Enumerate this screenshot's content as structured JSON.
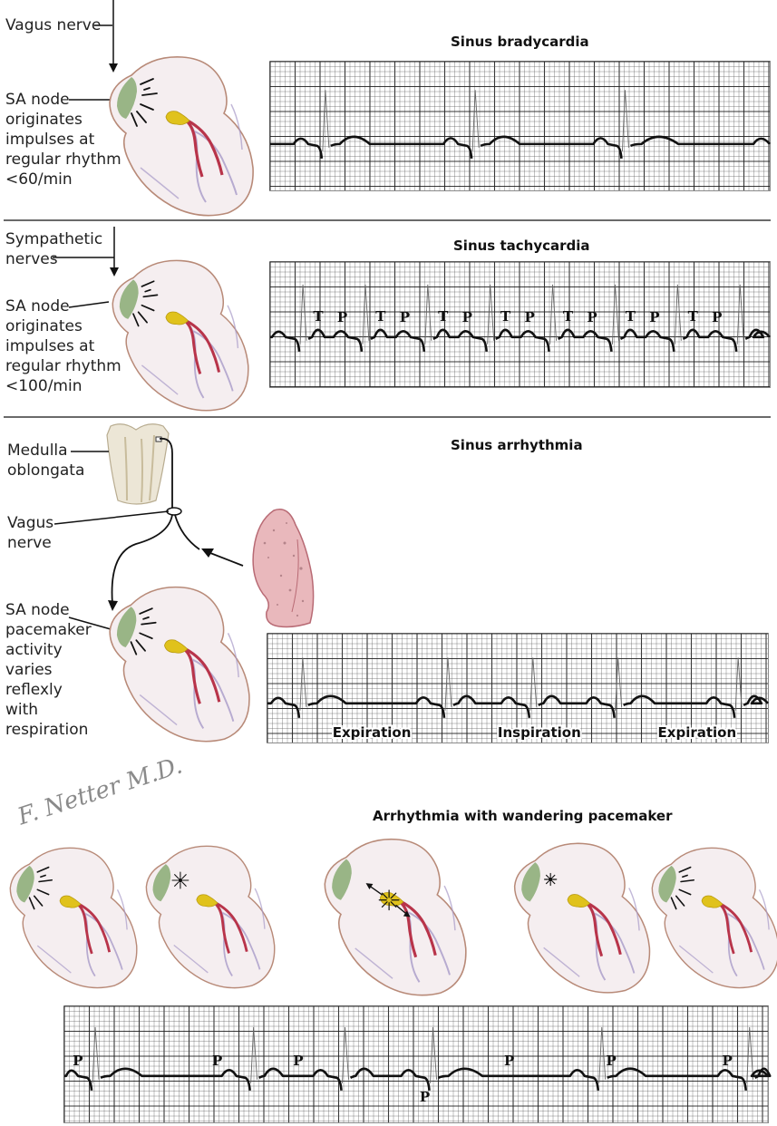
{
  "figure": {
    "signature": "F. Netter M.D.",
    "colors": {
      "heart_fill": "#f5eef0",
      "heart_outline": "#b88a78",
      "sa_node": "#8fae7a",
      "av_node": "#e0c21c",
      "bundle": "#b8344a",
      "purkinje": "#a89ac8",
      "lung": "#e8b4b8",
      "grid_major": "#222222",
      "grid_minor": "#555555",
      "trace": "#111111",
      "divider": "#6a6a6a"
    }
  },
  "sections": [
    {
      "id": "bradycardia",
      "title": "Sinus bradycardia",
      "labels": {
        "nerve": "Vagus nerve",
        "node": "SA node\noriginates\nimpulses at\nregular rhythm\n<60/min"
      },
      "node_symbol": "rays"
    },
    {
      "id": "tachycardia",
      "title": "Sinus tachycardia",
      "labels": {
        "nerve": "Sympathetic\nnerves",
        "node": "SA node\noriginates\nimpulses at\nregular rhythm\n<100/min"
      },
      "node_symbol": "rays"
    },
    {
      "id": "arrhythmia",
      "title": "Sinus arrhythmia",
      "labels": {
        "medulla": "Medulla\noblongata",
        "nerve": "Vagus\nnerve",
        "node": "SA node\npacemaker\nactivity\nvaries\nreflexly\nwith\nrespiration"
      },
      "phases": [
        "Expiration",
        "Inspiration",
        "Expiration"
      ]
    },
    {
      "id": "wandering",
      "title": "Arrhythmia with wandering pacemaker",
      "hearts": [
        {
          "pacemaker_site": "SA node",
          "symbol": "rays"
        },
        {
          "pacemaker_site": "atrial (near SA node)",
          "symbol": "star"
        },
        {
          "pacemaker_site": "AV node",
          "symbol": "star-with-arrows"
        },
        {
          "pacemaker_site": "atrial (near SA node)",
          "symbol": "compressed-star"
        },
        {
          "pacemaker_site": "SA node",
          "symbol": "rays"
        }
      ]
    }
  ],
  "ecg_strips": [
    {
      "id": "bradycardia",
      "beats_qrs_x_fraction": [
        0.105,
        0.405,
        0.705
      ],
      "p_waves": [
        0.06,
        0.36,
        0.66,
        0.96
      ],
      "t_waves": [
        0.17,
        0.47,
        0.77
      ],
      "annotations": []
    },
    {
      "id": "tachycardia",
      "beats_qrs_x_fraction": [
        0.06,
        0.185,
        0.31,
        0.435,
        0.56,
        0.685,
        0.81,
        0.935
      ],
      "tp_pairs": [
        {
          "t": "T",
          "p": "P"
        },
        {
          "t": "T",
          "p": "P"
        },
        {
          "t": "T",
          "p": "P"
        },
        {
          "t": "T",
          "p": "P"
        },
        {
          "t": "T",
          "p": "P"
        },
        {
          "t": "T",
          "p": "P"
        },
        {
          "t": "T",
          "p": "P"
        }
      ]
    },
    {
      "id": "arrhythmia",
      "beats_qrs_x_fraction": [
        0.065,
        0.355,
        0.525,
        0.695,
        0.935
      ],
      "phase_labels": [
        "Expiration",
        "Inspiration",
        "Expiration"
      ]
    },
    {
      "id": "wandering",
      "beats_qrs_x_fraction": [
        0.04,
        0.265,
        0.395,
        0.52,
        0.76,
        0.97
      ],
      "p_labels": [
        {
          "label": "P",
          "position": "above"
        },
        {
          "label": "P",
          "position": "above"
        },
        {
          "label": "P",
          "position": "above"
        },
        {
          "label": "P",
          "position": "below"
        },
        {
          "label": "P",
          "position": "above"
        },
        {
          "label": "P",
          "position": "above"
        },
        {
          "label": "P",
          "position": "above"
        }
      ]
    }
  ]
}
